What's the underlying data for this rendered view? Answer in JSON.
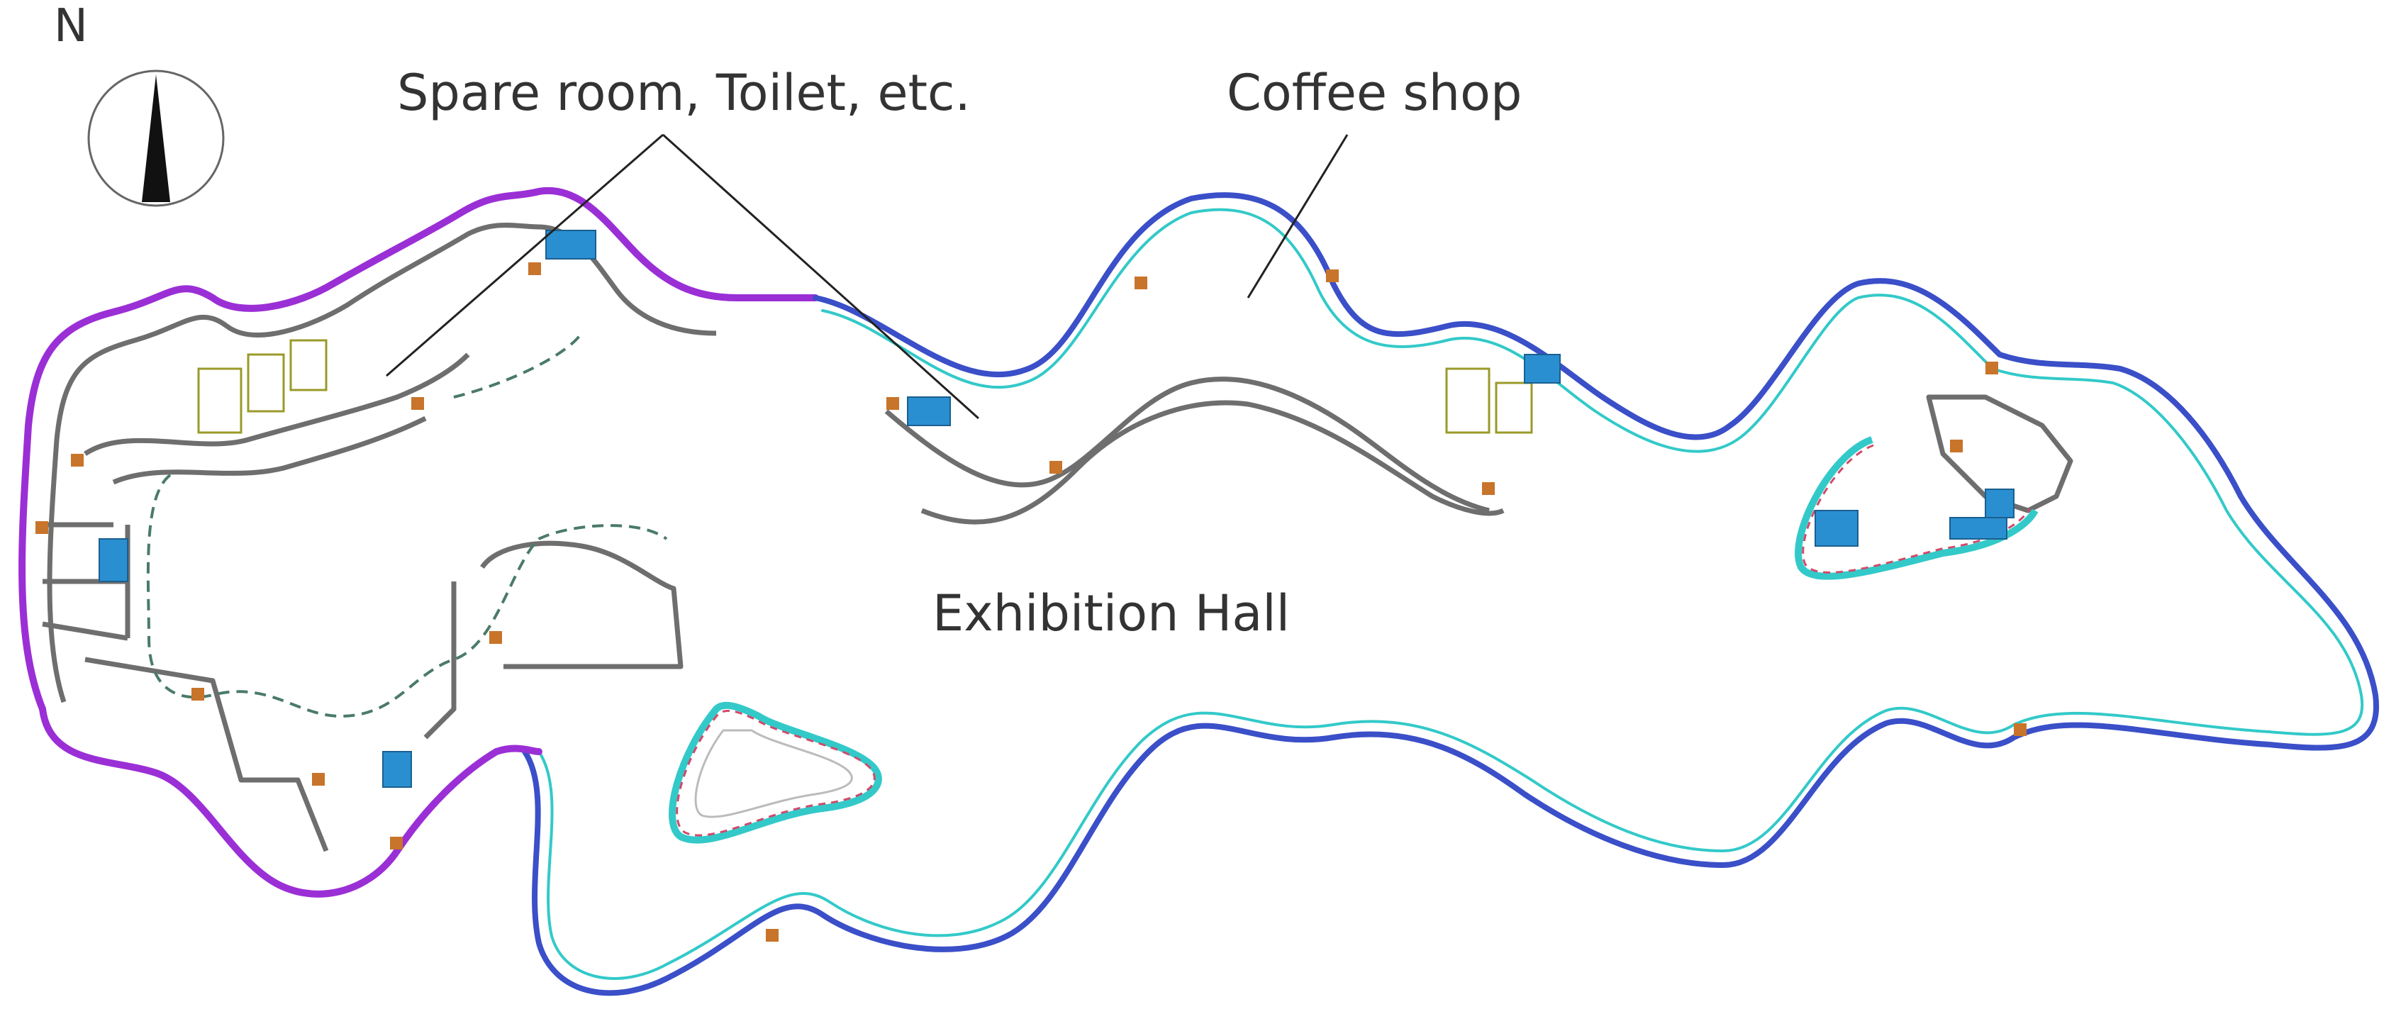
{
  "north_arrow": {
    "letter": "N"
  },
  "labels": {
    "spare_rooms": "Spare room, Toilet, etc.",
    "coffee_shop": "Coffee shop",
    "exhibition_hall": "Exhibition Hall"
  },
  "colors": {
    "wall": "#6e6e6e",
    "outer_purple": "#9b2fd6",
    "outer_blue": "#3a4fc8",
    "inner_cyan": "#33c9c9",
    "furniture_olive": "#9a9a2a",
    "doors_orange": "#c8742a",
    "stairs_blue": "#2a8fd0",
    "dashed_path": "#4a7a6a"
  }
}
